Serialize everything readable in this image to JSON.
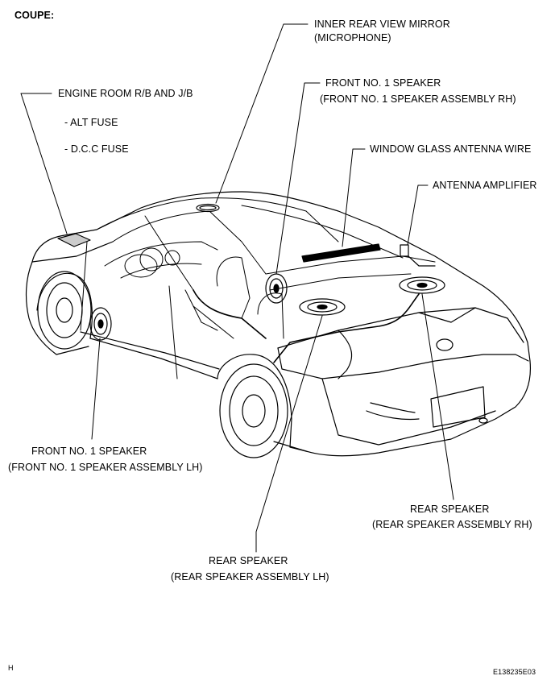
{
  "title": "COUPE:",
  "labels": {
    "mirror_l1": "INNER REAR VIEW MIRROR",
    "mirror_l2": "(MICROPHONE)",
    "engine_room": "ENGINE ROOM R/B AND J/B",
    "alt_fuse": "- ALT FUSE",
    "dcc_fuse": "- D.C.C FUSE",
    "front_rh_l1": "FRONT NO. 1 SPEAKER",
    "front_rh_l2": "(FRONT NO. 1 SPEAKER ASSEMBLY RH)",
    "window_antenna": "WINDOW GLASS ANTENNA WIRE",
    "antenna_amp": "ANTENNA AMPLIFIER",
    "front_lh_l1": "FRONT NO. 1 SPEAKER",
    "front_lh_l2": "(FRONT NO. 1 SPEAKER ASSEMBLY LH)",
    "rear_rh_l1": "REAR SPEAKER",
    "rear_rh_l2": "(REAR SPEAKER ASSEMBLY RH)",
    "rear_lh_l1": "REAR SPEAKER",
    "rear_lh_l2": "(REAR SPEAKER ASSEMBLY LH)"
  },
  "footer": {
    "left": "H",
    "right": "E138235E03"
  }
}
